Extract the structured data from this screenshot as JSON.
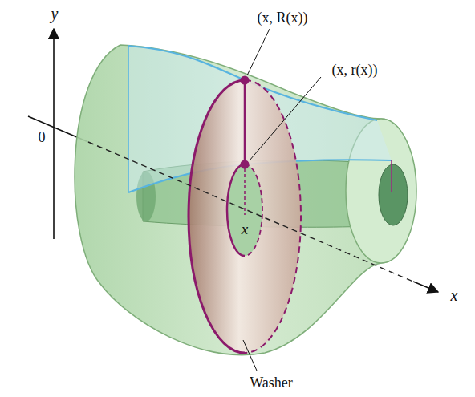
{
  "diagram": {
    "labels": [
      "y",
      "(x, R(x))",
      "(x, r(x))",
      "0",
      "x",
      "x",
      "Washer"
    ]
  }
}
